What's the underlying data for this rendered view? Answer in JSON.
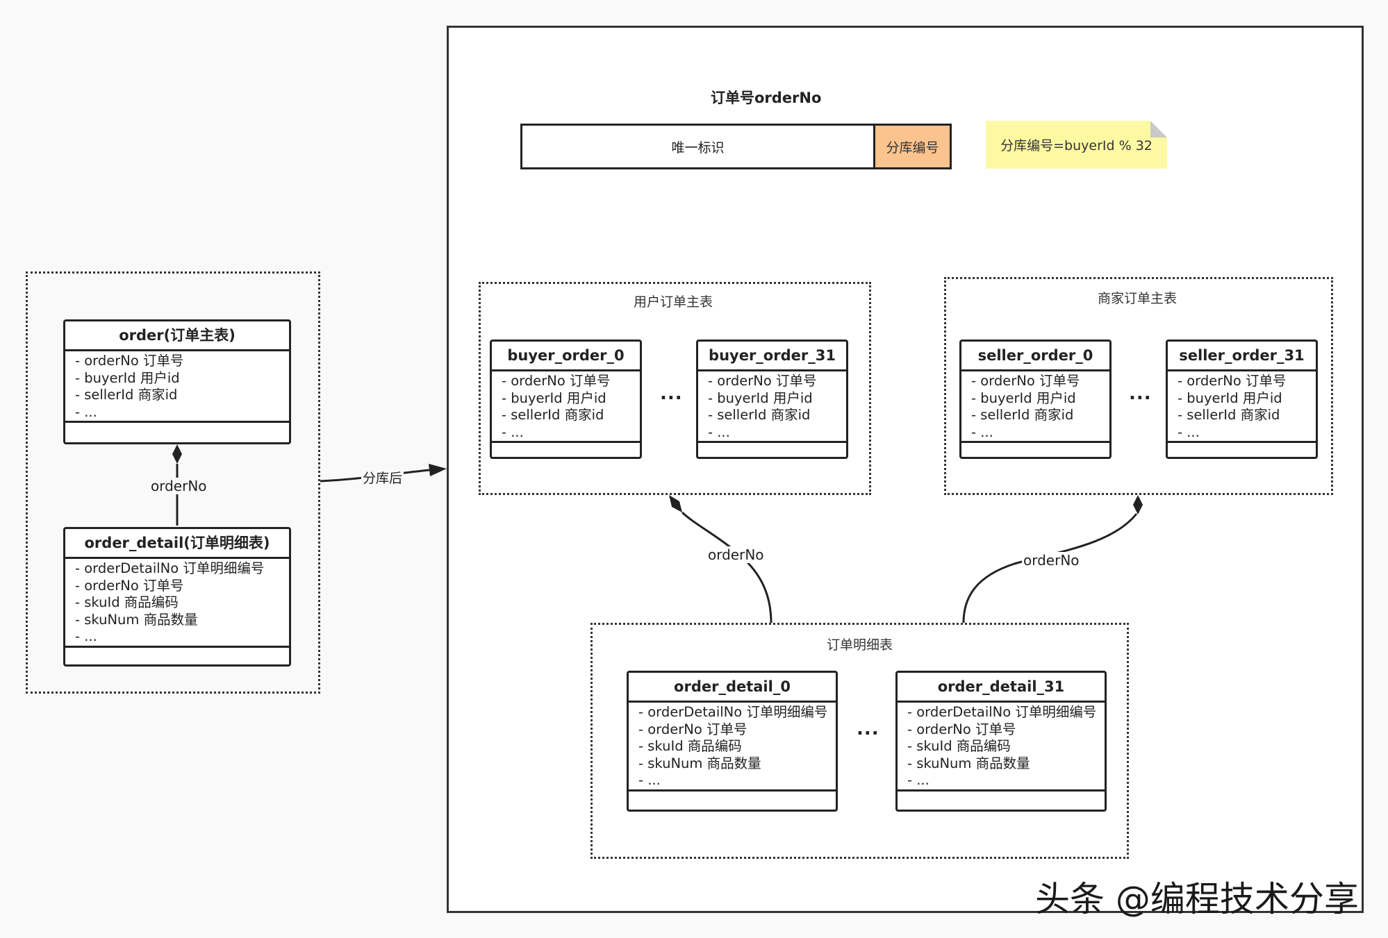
{
  "orderno_title": "订单号orderNo",
  "orderno_bar": {
    "unique": "唯一标识",
    "shard": "分库编号"
  },
  "note": "分库编号=buyerId % 32",
  "colors": {
    "shard_fill": "#fbc38e",
    "note_fill": "#fdf9a3"
  },
  "left_classes": {
    "order": {
      "title": "order(订单主表)",
      "fields": [
        "- orderNo 订单号",
        "- buyerId  用户id",
        "- sellerId  商家id",
        "- ..."
      ]
    },
    "order_detail": {
      "title": "order_detail(订单明细表)",
      "fields": [
        "- orderDetailNo 订单明细编号",
        "- orderNo 订单号",
        "- skuId 商品编码",
        "- skuNum 商品数量",
        "- ..."
      ]
    },
    "link_label": "orderNo"
  },
  "arrow_label": "分库后",
  "groups": {
    "buyer": {
      "caption": "用户订单主表",
      "first": {
        "title": "buyer_order_0",
        "fields": [
          "- orderNo 订单号",
          "- buyerId  用户id",
          "- sellerId  商家id",
          "- ..."
        ]
      },
      "last": {
        "title": "buyer_order_31",
        "fields": [
          "- orderNo 订单号",
          "- buyerId  用户id",
          "- sellerId  商家id",
          "- ..."
        ]
      },
      "ellipsis": "..."
    },
    "seller": {
      "caption": "商家订单主表",
      "first": {
        "title": "seller_order_0",
        "fields": [
          "- orderNo 订单号",
          "- buyerId  用户id",
          "- sellerId  商家id",
          "- ..."
        ]
      },
      "last": {
        "title": "seller_order_31",
        "fields": [
          "- orderNo 订单号",
          "- buyerId  用户id",
          "- sellerId  商家id",
          "- ..."
        ]
      },
      "ellipsis": "..."
    },
    "detail": {
      "caption": "订单明细表",
      "first": {
        "title": "order_detail_0",
        "fields": [
          "- orderDetailNo 订单明细编号",
          "- orderNo 订单号",
          "- skuId 商品编码",
          "- skuNum 商品数量",
          "- ..."
        ]
      },
      "last": {
        "title": "order_detail_31",
        "fields": [
          "- orderDetailNo 订单明细编号",
          "- orderNo 订单号",
          "- skuId 商品编码",
          "- skuNum 商品数量",
          "- ..."
        ]
      },
      "ellipsis": "..."
    }
  },
  "connector_labels": {
    "buyer": "orderNo",
    "seller": "orderNo"
  },
  "watermark": "头条 @编程技术分享"
}
